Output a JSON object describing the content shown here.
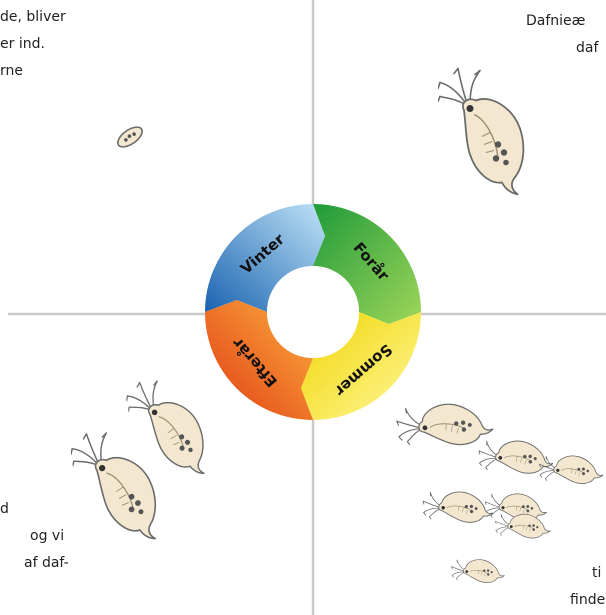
{
  "text_blocks": {
    "top_left": [
      "de, bliver",
      "er ind.",
      "rne"
    ],
    "top_right": [
      "Dafnieæ",
      "daf"
    ],
    "bottom_left": [
      "d",
      "og vi",
      "af daf-"
    ],
    "bottom_right": [
      "ti",
      "finde e"
    ]
  },
  "cycle": {
    "segments": [
      {
        "label": "Vinter",
        "color_light": "#bfe3f7",
        "color_dark": "#1a63b0"
      },
      {
        "label": "Forår",
        "color_light": "#9fd65a",
        "color_dark": "#1f9a3a"
      },
      {
        "label": "Sommer",
        "color_light": "#fff9a0",
        "color_dark": "#f0d400"
      },
      {
        "label": "Efterår",
        "color_light": "#fcb040",
        "color_dark": "#e03a12"
      }
    ]
  },
  "colors": {
    "divider": "#c9c9c9",
    "daphnia_body": "#f3e8cf",
    "daphnia_outline": "#6b6b6b"
  },
  "icons": [
    "daphnia-egg-icon",
    "daphnia-icon"
  ]
}
